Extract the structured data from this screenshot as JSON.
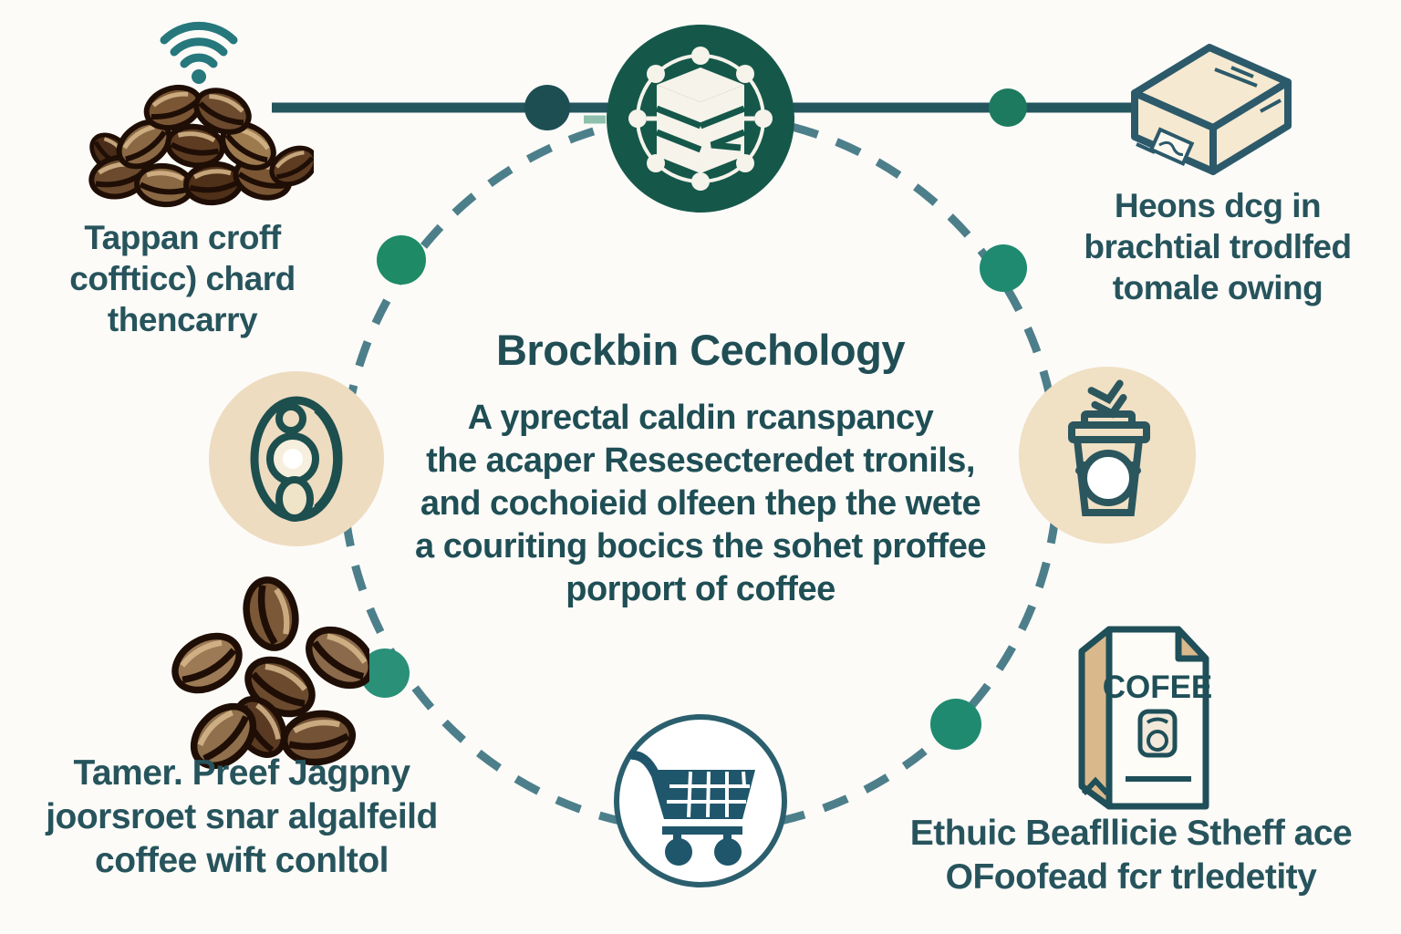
{
  "colors": {
    "text_teal": "#27545c",
    "deep_green": "#15584a",
    "dot_green": "#1f8a6e",
    "line_teal": "#24565e",
    "ring_teal": "#4d7f8b",
    "beige_circle": "#eedcc0",
    "box_cream": "#f6e9d1",
    "bean_brown": "#7a5634"
  },
  "center": {
    "title": "Brockbin Cechology",
    "lines": [
      "A yprectal caldin rcanspancy",
      "the acaper Resesecteredet tronils,",
      "and cochoieid olfeen thep the wete",
      "a couriting bocics the sohet proffee",
      "porport of coffee"
    ]
  },
  "captions": {
    "top_left": [
      "Tappan croff",
      "coffticc) chard",
      "thencarry"
    ],
    "top_right": [
      "Heons dcg in",
      "brachtial trodlfed",
      "tomale owing"
    ],
    "bottom_left": [
      "Tamer. Preef Jagpny",
      "joorsroet snar algalfeild",
      "coffee wift conltol"
    ],
    "bottom_right": [
      "Ethuic Beafllicie Stheff ace",
      "OFoofead fcr trledetity"
    ]
  },
  "icons": {
    "bag_label": "COFEE",
    "top_left": "coffee-beans-pile-icon",
    "signal": "wifi-icon",
    "top_center": "blockchain-cube-network-icon",
    "top_right": "package-box-icon",
    "left": "coffee-bean-icon",
    "right": "takeaway-cup-icon",
    "bottom_center": "shopping-cart-icon",
    "bottom_right": "coffee-bag-icon"
  }
}
